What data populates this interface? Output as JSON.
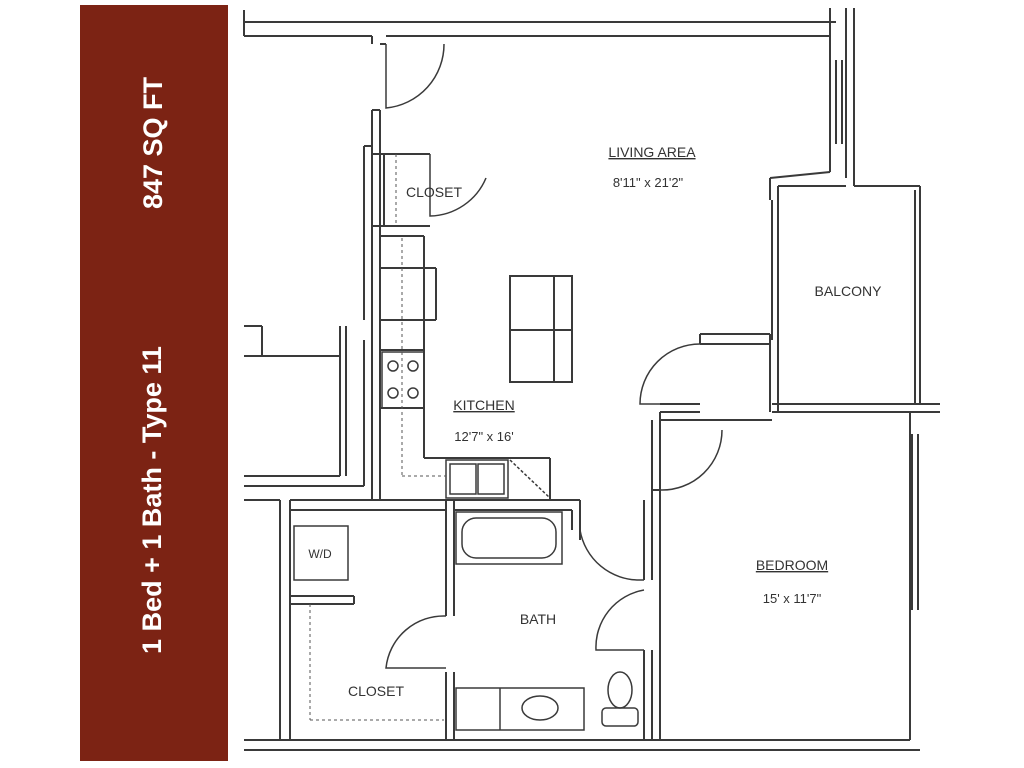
{
  "banner": {
    "unit_type": "1 Bed + 1 Bath - Type 11",
    "square_feet": "847 SQ FT",
    "background_color": "#7c2314",
    "text_color": "#ffffff"
  },
  "rooms": {
    "living_area": {
      "name": "LIVING AREA",
      "dimensions": "8'11\" x 21'2\""
    },
    "kitchen": {
      "name": "KITCHEN",
      "dimensions": "12'7\" x 16'"
    },
    "bedroom": {
      "name": "BEDROOM",
      "dimensions": "15' x 11'7\""
    },
    "balcony": {
      "name": "BALCONY"
    },
    "bath": {
      "name": "BATH"
    },
    "closet_entry": {
      "name": "CLOSET"
    },
    "closet_bedroom": {
      "name": "CLOSET"
    },
    "washer_dryer": {
      "name": "W/D"
    }
  }
}
